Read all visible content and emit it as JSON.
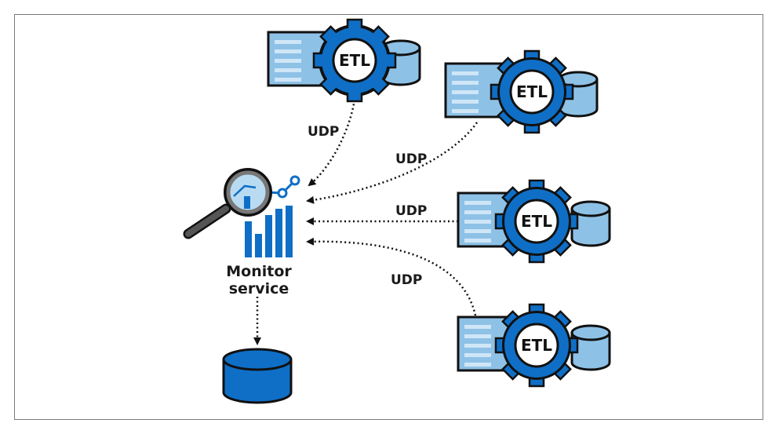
{
  "colors": {
    "primary_blue": "#0f6fc6",
    "light_blue": "#8ec1e6",
    "stripe_blue": "#cfe6f7",
    "outline": "#111111"
  },
  "etl_nodes": [
    {
      "label": "ETL",
      "icon": "server-gear-database-icon"
    },
    {
      "label": "ETL",
      "icon": "server-gear-database-icon"
    },
    {
      "label": "ETL",
      "icon": "server-gear-database-icon"
    },
    {
      "label": "ETL",
      "icon": "server-gear-database-icon"
    }
  ],
  "connections": [
    {
      "label": "UDP"
    },
    {
      "label": "UDP"
    },
    {
      "label": "UDP"
    },
    {
      "label": "UDP"
    }
  ],
  "monitor": {
    "line1": "Monitor",
    "line2": "service",
    "icon": "magnifier-chart-icon"
  },
  "storage": {
    "icon": "database-icon"
  }
}
